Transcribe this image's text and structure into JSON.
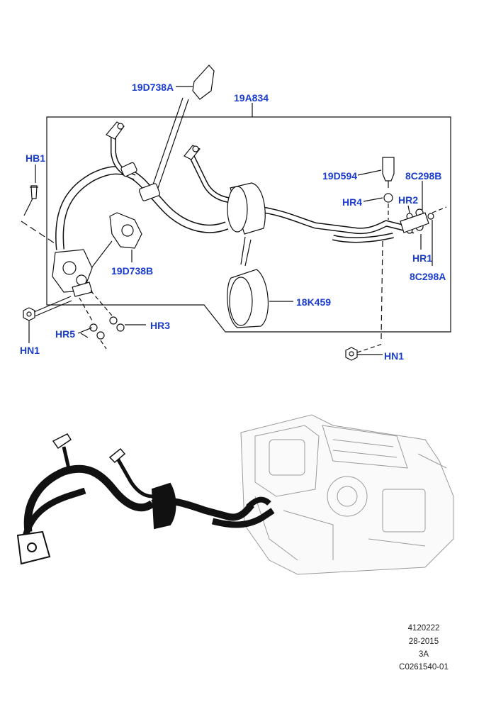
{
  "colors": {
    "callout": "#1a3ccf",
    "line": "#111111",
    "engine": "#9a9a9a"
  },
  "callouts": {
    "p19D738A": "19D738A",
    "p19A834": "19A834",
    "hb1": "HB1",
    "p19D594": "19D594",
    "p8C298B": "8C298B",
    "hr4": "HR4",
    "hr2": "HR2",
    "hr1": "HR1",
    "p8C298A": "8C298A",
    "p19D738B": "19D738B",
    "p18K459": "18K459",
    "hn1_left": "HN1",
    "hn1_right": "HN1",
    "hr5": "HR5",
    "hr3": "HR3"
  },
  "reference": {
    "line1": "4120222",
    "line2": "28-2015",
    "line3": "3A",
    "line4": "C0261540-01"
  }
}
